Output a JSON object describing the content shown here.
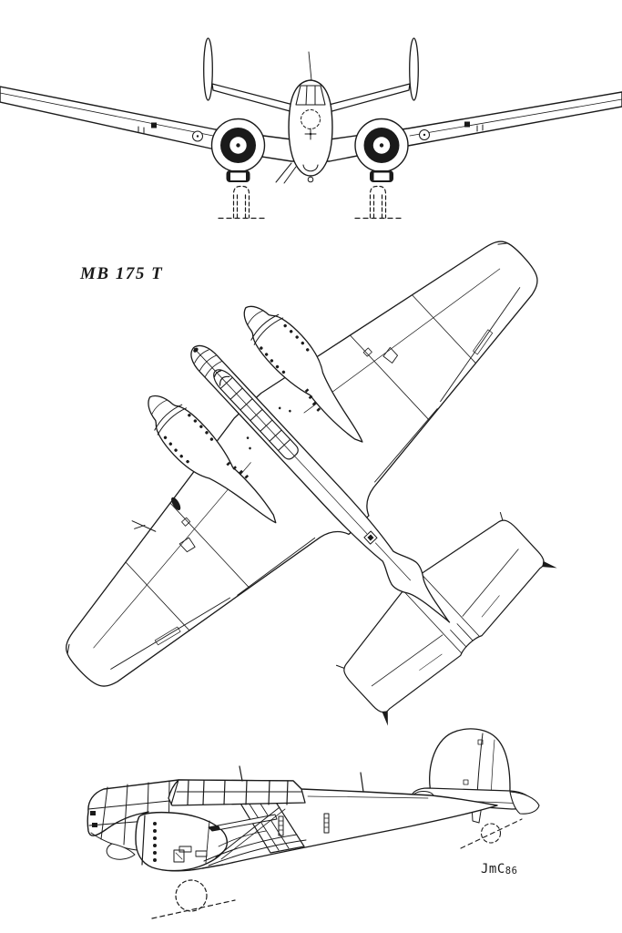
{
  "page": {
    "background_color": "#ffffff",
    "line_color": "#1a1a1a",
    "description_colors": {
      "ink": "#1a1a1a",
      "paper": "#ffffff"
    }
  },
  "labels": {
    "designation": "MB 175 T",
    "signature_initials": "JmC",
    "signature_year": "86"
  }
}
